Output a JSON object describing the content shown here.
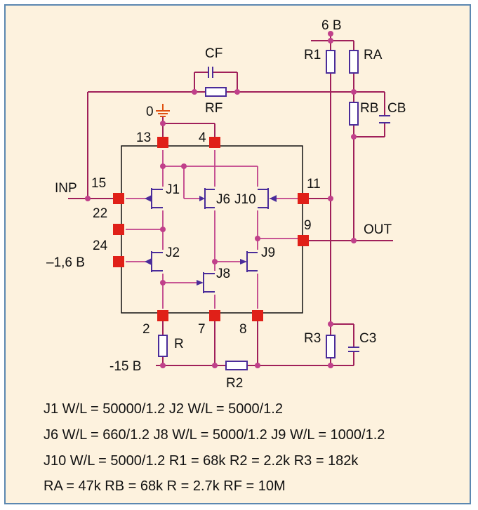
{
  "labels": {
    "supply_pos": "6 В",
    "ground": "0",
    "bias_neg": "–1,6 В",
    "supply_neg": "-15 В",
    "input": "INP",
    "output": "OUT",
    "cf": "CF",
    "rf": "RF",
    "r1": "R1",
    "ra": "RA",
    "rb": "RB",
    "cb": "CB",
    "r3": "R3",
    "c3": "C3",
    "r": "R",
    "r2": "R2",
    "j1": "J1",
    "j2": "J2",
    "j6": "J6",
    "j8": "J8",
    "j9": "J9",
    "j10": "J10"
  },
  "pins": {
    "p13": "13",
    "p4": "4",
    "p15": "15",
    "p22": "22",
    "p24": "24",
    "p11": "11",
    "p9": "9",
    "p2": "2",
    "p7": "7",
    "p8": "8"
  },
  "specs": [
    "J1 W/L = 50000/1.2 J2 W/L = 5000/1.2",
    "J6 W/L = 660/1.2 J8 W/L = 5000/1.2 J9 W/L = 1000/1.2",
    "J10 W/L = 5000/1.2 R1 = 68k R2 = 2.2k R3 = 182k",
    "RA = 47k RB = 68k R = 2.7k RF = 10M"
  ],
  "colors": {
    "background": "#fdf2de",
    "frame": "#5b87b0",
    "wire": "#a0205a",
    "node": "#c0408a",
    "pin": "#e02018",
    "transistor": "#4a2c9a",
    "ground": "#e05010"
  }
}
